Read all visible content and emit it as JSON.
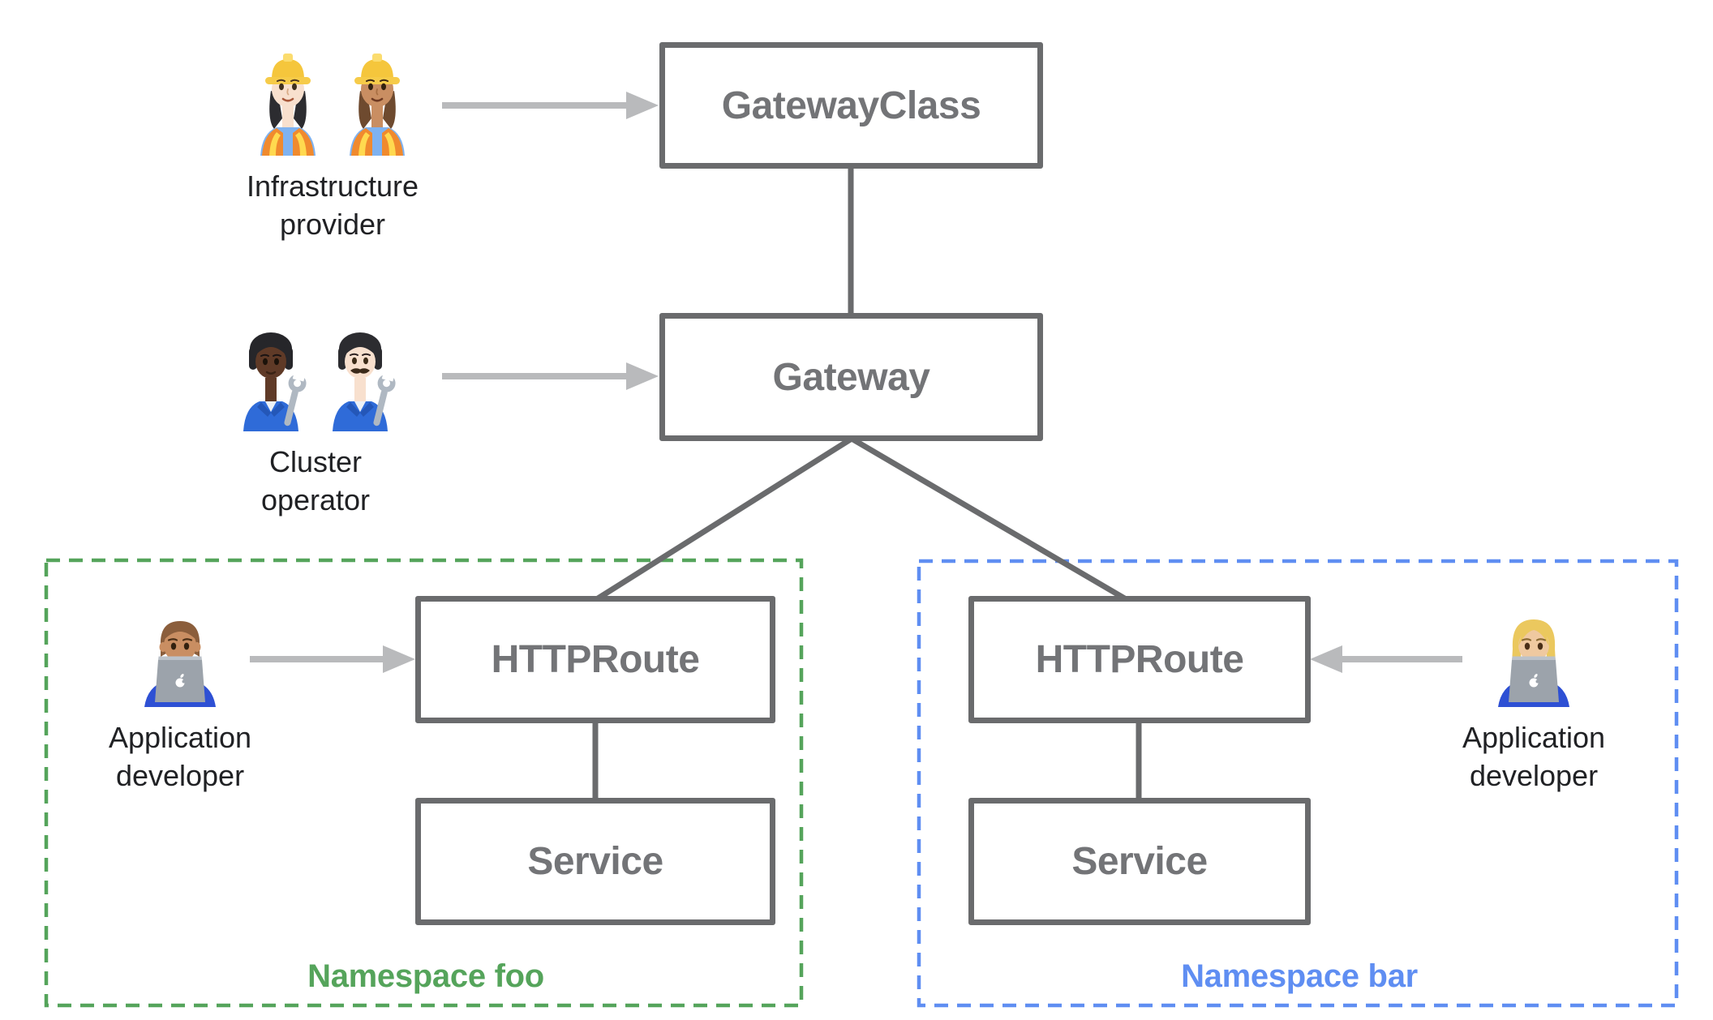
{
  "nodes": {
    "gateway_class": "GatewayClass",
    "gateway": "Gateway",
    "httproute_foo": "HTTPRoute",
    "service_foo": "Service",
    "httproute_bar": "HTTPRoute",
    "service_bar": "Service"
  },
  "namespaces": {
    "foo": "Namespace foo",
    "bar": "Namespace bar"
  },
  "personas": {
    "infrastructure_provider": {
      "label": "Infrastructure\nprovider",
      "icon": "woman-construction-workers-emoji"
    },
    "cluster_operator": {
      "label": "Cluster\noperator",
      "icon": "mechanics-with-wrench-emoji"
    },
    "app_developer_foo": {
      "label": "Application\ndeveloper",
      "icon": "man-technologist-emoji"
    },
    "app_developer_bar": {
      "label": "Application\ndeveloper",
      "icon": "woman-technologist-emoji"
    }
  },
  "colors": {
    "node_border": "#6a6b6d",
    "node_label": "#737477",
    "connector": "#6a6b6d",
    "arrow": "#b9babc",
    "persona_label": "#202124",
    "namespace_foo": "#55a45b",
    "namespace_bar": "#5f8ef2"
  }
}
